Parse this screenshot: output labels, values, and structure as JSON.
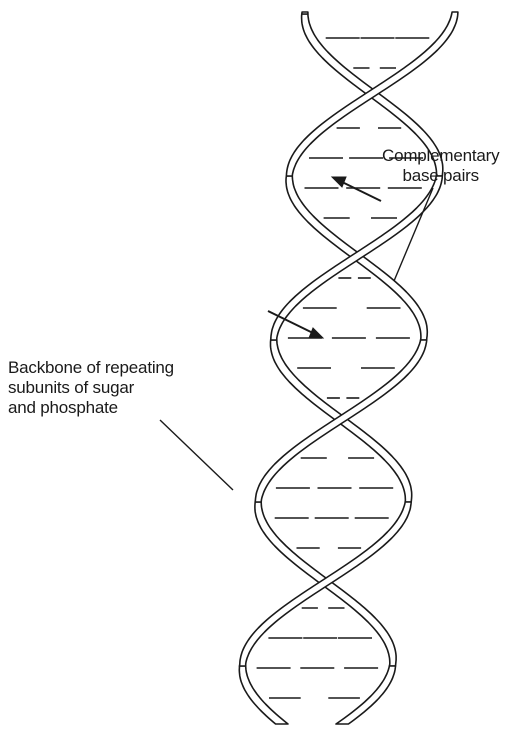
{
  "labels": {
    "base_pairs": {
      "line1": "Complementary",
      "line2": "base pairs"
    },
    "backbone": {
      "line1": "Backbone of repeating",
      "line2": "subunits of sugar",
      "line3": "and phosphate"
    }
  },
  "colors": {
    "ink": "#1a1a1a",
    "ribbon_fill": "#ffffff"
  }
}
